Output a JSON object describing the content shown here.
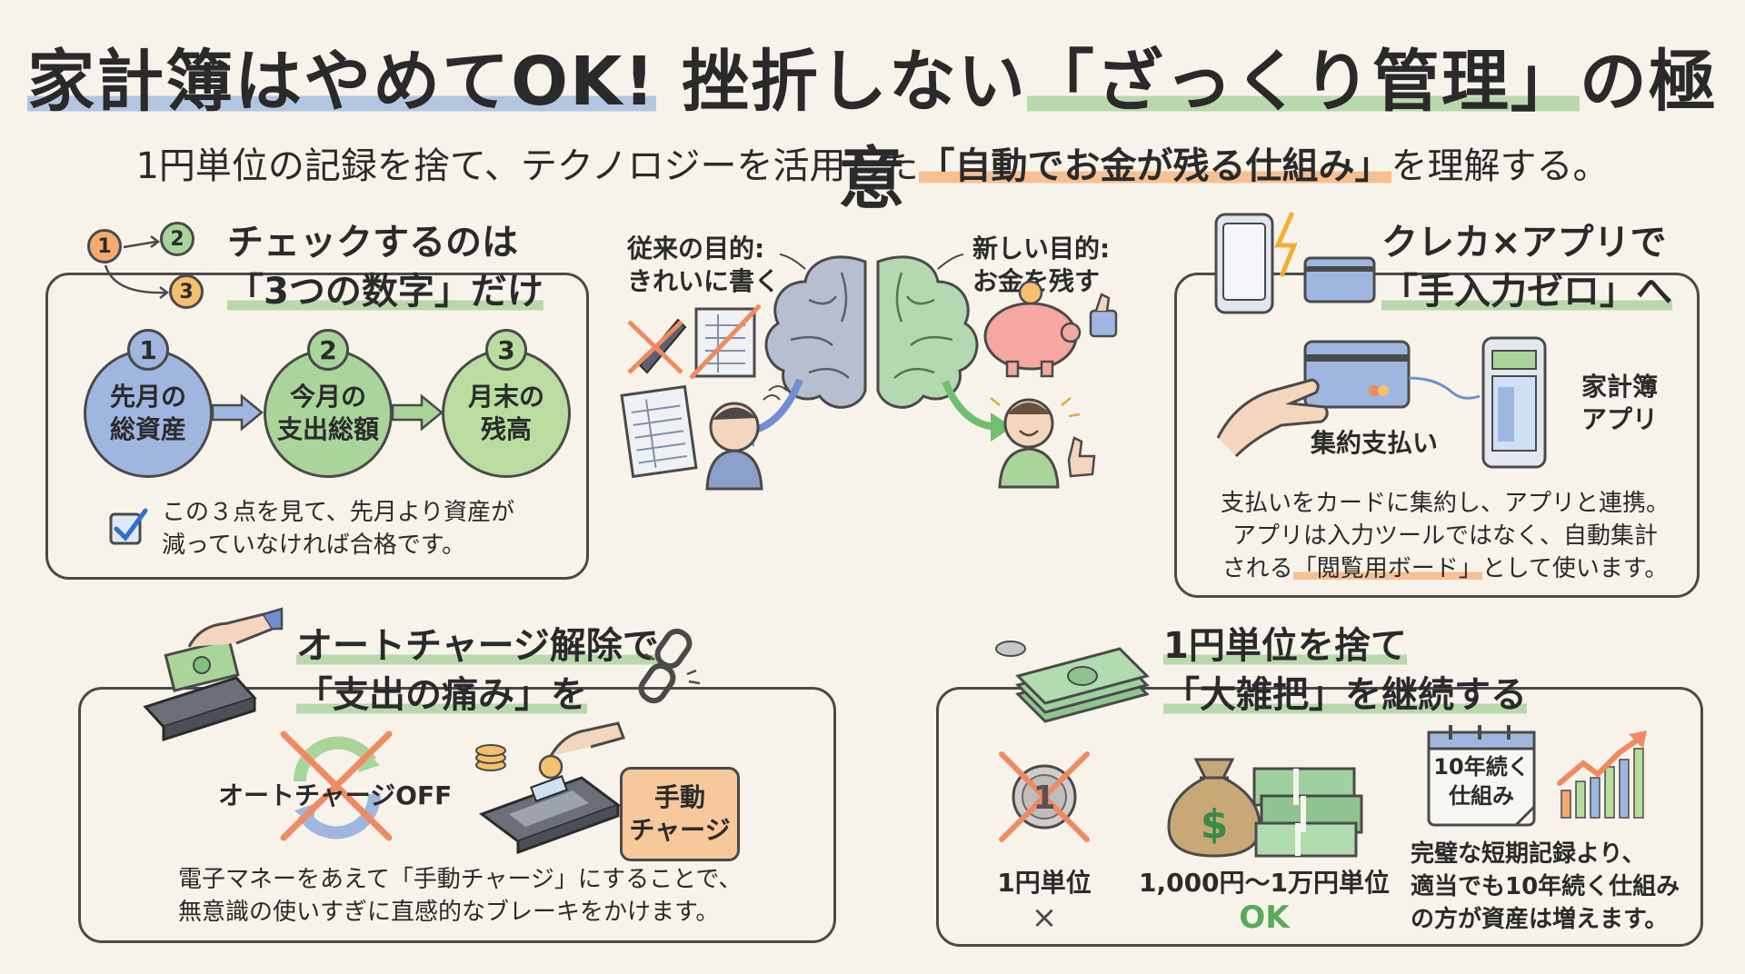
{
  "header": {
    "title_part1": "家計簿はやめてOK!",
    "title_part2": "挫折しない",
    "title_part3": "「ざっくり管理」",
    "title_part4": "の極意",
    "subtitle_part1": "1円単位の記録を捨て、テクノロジーを活用した",
    "subtitle_part2": "「自動でお金が残る仕組み」",
    "subtitle_part3": "を理解する。"
  },
  "section_numbers": {
    "title_line1": "チェックするのは",
    "title_line2": "「3つの数字」だけ",
    "icon_nums": [
      "1",
      "2",
      "3"
    ],
    "items": [
      {
        "num": "1",
        "line1": "先月の",
        "line2": "総資産"
      },
      {
        "num": "2",
        "line1": "今月の",
        "line2": "支出総額"
      },
      {
        "num": "3",
        "line1": "月末の",
        "line2": "残高"
      }
    ],
    "note_line1": "この３点を見て、先月より資産が",
    "note_line2": "減っていなければ合格です。"
  },
  "section_center": {
    "old_label_line1": "従来の目的:",
    "old_label_line2": "きれいに書く",
    "new_label_line1": "新しい目的:",
    "new_label_line2": "お金を残す"
  },
  "section_card": {
    "title_line1": "クレカ×アプリで",
    "title_line2": "「手入力ゼロ」へ",
    "card_label": "集約支払い",
    "app_label_line1": "家計簿",
    "app_label_line2": "アプリ",
    "desc_line1": "支払いをカードに集約し、アプリと連携。",
    "desc_line2": "アプリは入力ツールではなく、自動集計",
    "desc_line3a": "される",
    "desc_line3b": "「閲覧用ボード」",
    "desc_line3c": "として使います。"
  },
  "section_charge": {
    "title_line1": "オートチャージ解除で",
    "title_line2": "「支出の痛み」を",
    "auto_off_label": "オートチャージOFF",
    "manual_line1": "手動",
    "manual_line2": "チャージ",
    "desc_line1": "電子マネーをあえて「手動チャージ」にすることで、",
    "desc_line2": "無意識の使いすぎに直感的なブレーキをかけます。"
  },
  "section_rough": {
    "title_line1": "1円単位を捨て",
    "title_line2": "「大雑把」を継続する",
    "coin_text": "1",
    "yen_label": "1円単位",
    "yen_mark": "×",
    "big_label": "1,000円〜1万円単位",
    "big_mark": "OK",
    "calendar_line1": "10年続く",
    "calendar_line2": "仕組み",
    "desc_line1": "完璧な短期記録より、",
    "desc_line2": "適当でも10年続く仕組み",
    "desc_line3": "の方が資産は増えます。"
  },
  "colors": {
    "background": "#f8f3ea",
    "blue": "#9fb7e0",
    "green": "#a9d59b",
    "orange": "#f5aa6e",
    "cross": "#f08a60",
    "ok_green": "#5aa85a"
  }
}
